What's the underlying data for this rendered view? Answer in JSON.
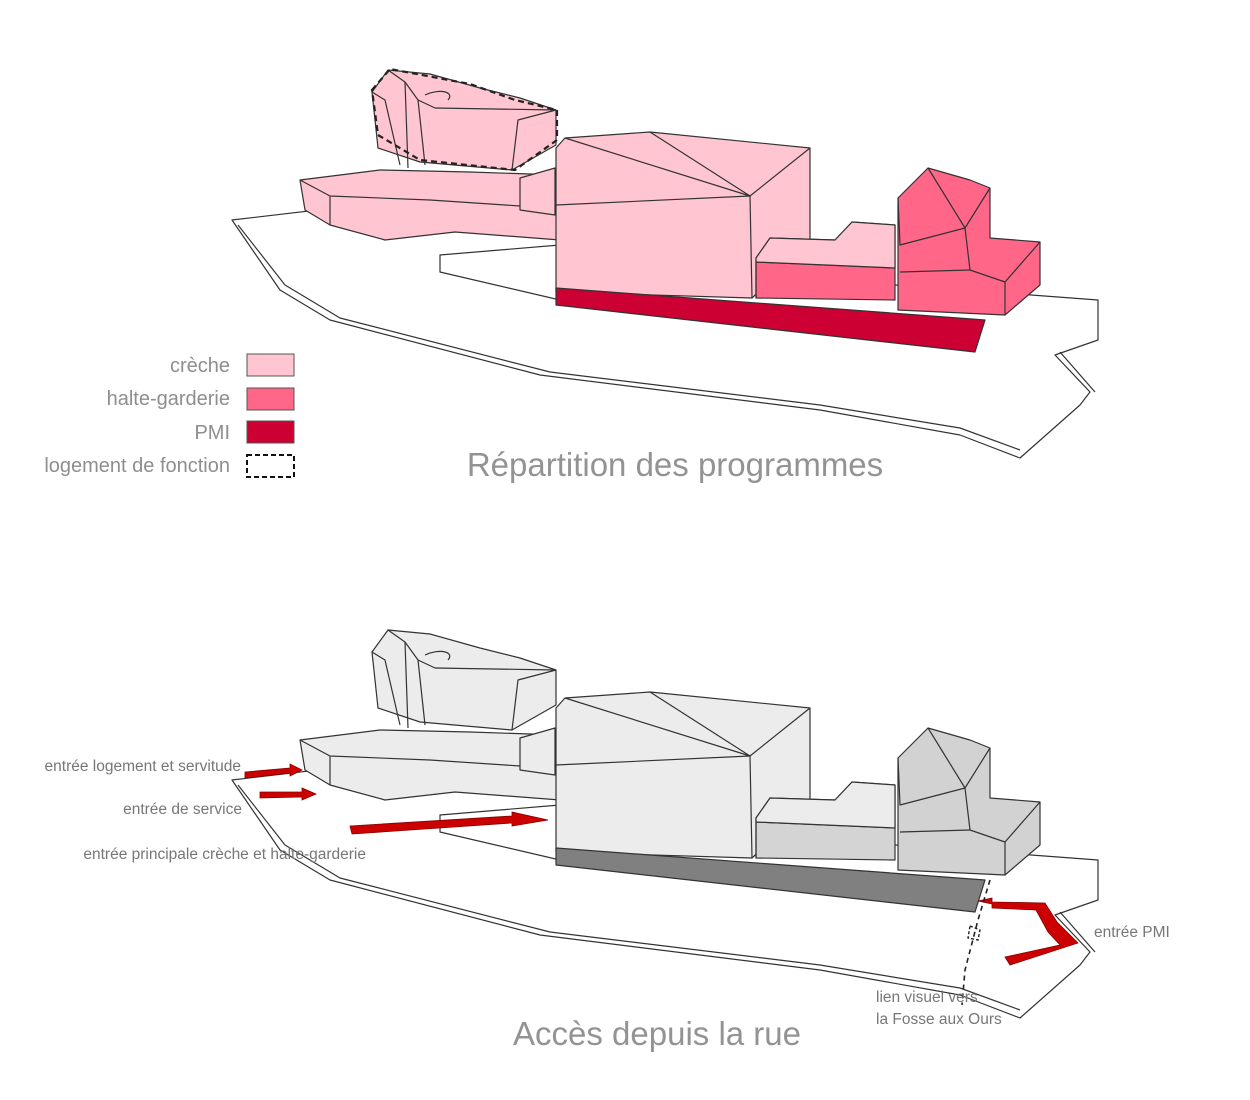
{
  "colors": {
    "creche": "#ffc5d0",
    "halte": "#ff6688",
    "pmi": "#cc0033",
    "arrow": "#cc0000",
    "grey_light": "#ececec",
    "grey_mid": "#d2d2d2",
    "grey_dark": "#808080"
  },
  "legend": {
    "items": [
      {
        "label": "crèche",
        "swatch": "creche"
      },
      {
        "label": "halte-garderie",
        "swatch": "halte"
      },
      {
        "label": "PMI",
        "swatch": "pmi"
      },
      {
        "label": "logement de fonction",
        "swatch": "dashed"
      }
    ]
  },
  "diagram_top": {
    "title": "Répartition des programmes"
  },
  "diagram_bottom": {
    "title": "Accès depuis la rue",
    "access_labels": [
      "entrée logement et servitude",
      "entrée de service",
      "entrée principale crèche et halte-garderie",
      "entrée PMI"
    ],
    "visual_link": [
      "lien visuel vers",
      "la Fosse aux Ours"
    ]
  }
}
